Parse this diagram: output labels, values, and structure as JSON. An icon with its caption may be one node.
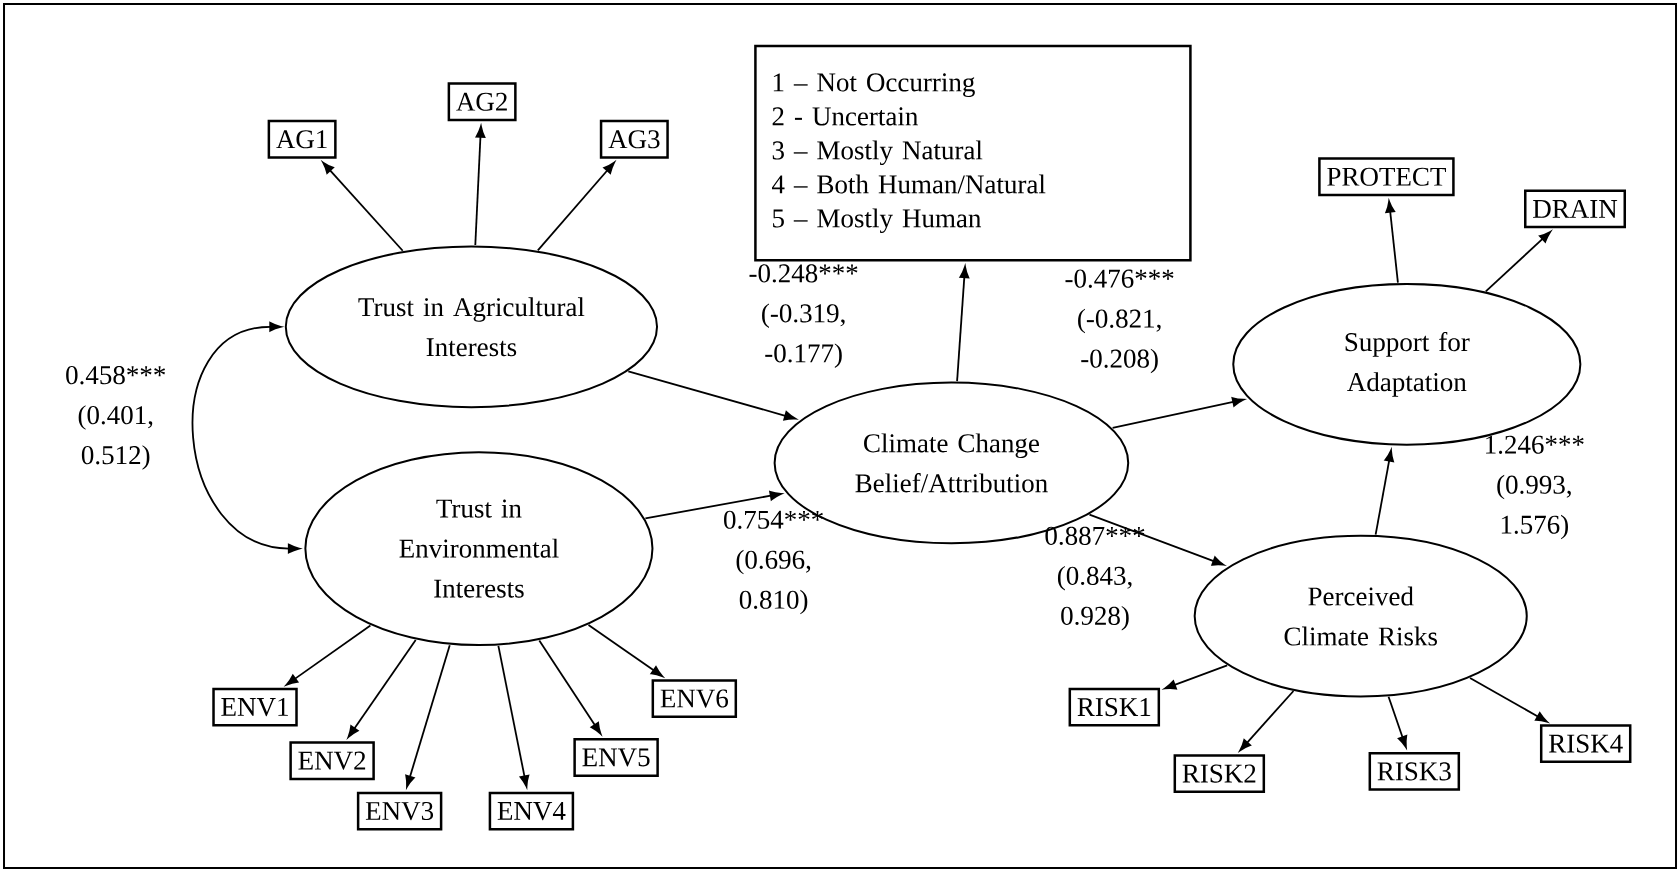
{
  "diagram": {
    "nodes": [
      {
        "text": [
          "AG1"
        ]
      },
      {
        "text": [
          "AG2"
        ]
      },
      {
        "text": [
          "AG3"
        ]
      },
      {
        "text": [
          "Trust in Agricultural Interests"
        ]
      },
      {
        "text": [
          "Trust in Environmental Interests"
        ]
      },
      {
        "text": [
          "ENV1"
        ]
      },
      {
        "text": [
          "ENV2"
        ]
      },
      {
        "text": [
          "ENV3"
        ]
      },
      {
        "text": [
          "ENV4"
        ]
      },
      {
        "text": [
          "ENV5"
        ]
      },
      {
        "text": [
          "ENV6"
        ]
      },
      {
        "text": [
          "1 – Not Occurring",
          "2 - Uncertain",
          "3 – Mostly Natural",
          "4 – Both Human/Natural",
          "5 – Mostly Human"
        ]
      },
      {
        "text": [
          "Climate Change Belief/Attribution"
        ]
      },
      {
        "text": [
          "PROTECT"
        ]
      },
      {
        "text": [
          "DRAIN"
        ]
      },
      {
        "text": [
          "Support for Adaptation"
        ]
      },
      {
        "text": [
          "Perceived Climate Risks"
        ]
      },
      {
        "text": [
          "RISK1"
        ]
      },
      {
        "text": [
          "RISK2"
        ]
      },
      {
        "text": [
          "RISK3"
        ]
      },
      {
        "text": [
          "RISK4"
        ]
      }
    ],
    "edges": [
      {
        "from": 3,
        "to": 0,
        "arrow": "to"
      },
      {
        "from": 3,
        "to": 1,
        "arrow": "to"
      },
      {
        "from": 3,
        "to": 2,
        "arrow": "to"
      },
      {
        "from": 3,
        "to": 4,
        "arrow": "both",
        "label": "0.458*** (0.401, 0.512)"
      },
      {
        "from": 3,
        "to": 12,
        "arrow": "to",
        "label": "-0.248*** (-0.319, -0.177)"
      },
      {
        "from": 4,
        "to": 12,
        "arrow": "to",
        "label": "0.754*** (0.696, 0.810)"
      },
      {
        "from": 4,
        "to": 5,
        "arrow": "to"
      },
      {
        "from": 4,
        "to": 6,
        "arrow": "to"
      },
      {
        "from": 4,
        "to": 7,
        "arrow": "to"
      },
      {
        "from": 4,
        "to": 8,
        "arrow": "to"
      },
      {
        "from": 4,
        "to": 9,
        "arrow": "to"
      },
      {
        "from": 4,
        "to": 10,
        "arrow": "to"
      },
      {
        "from": 12,
        "to": 11,
        "arrow": "to"
      },
      {
        "from": 12,
        "to": 15,
        "arrow": "to",
        "label": "-0.476*** (-0.821, -0.208)"
      },
      {
        "from": 12,
        "to": 16,
        "arrow": "to",
        "label": "0.887*** (0.843, 0.928)"
      },
      {
        "from": 16,
        "to": 15,
        "arrow": "to",
        "label": "1.246*** (0.993, 1.576)"
      },
      {
        "from": 15,
        "to": 13,
        "arrow": "to"
      },
      {
        "from": 15,
        "to": 14,
        "arrow": "to"
      },
      {
        "from": 16,
        "to": 17,
        "arrow": "to"
      },
      {
        "from": 16,
        "to": 18,
        "arrow": "to"
      },
      {
        "from": 16,
        "to": 19,
        "arrow": "to"
      },
      {
        "from": 16,
        "to": 20,
        "arrow": "to"
      }
    ]
  }
}
